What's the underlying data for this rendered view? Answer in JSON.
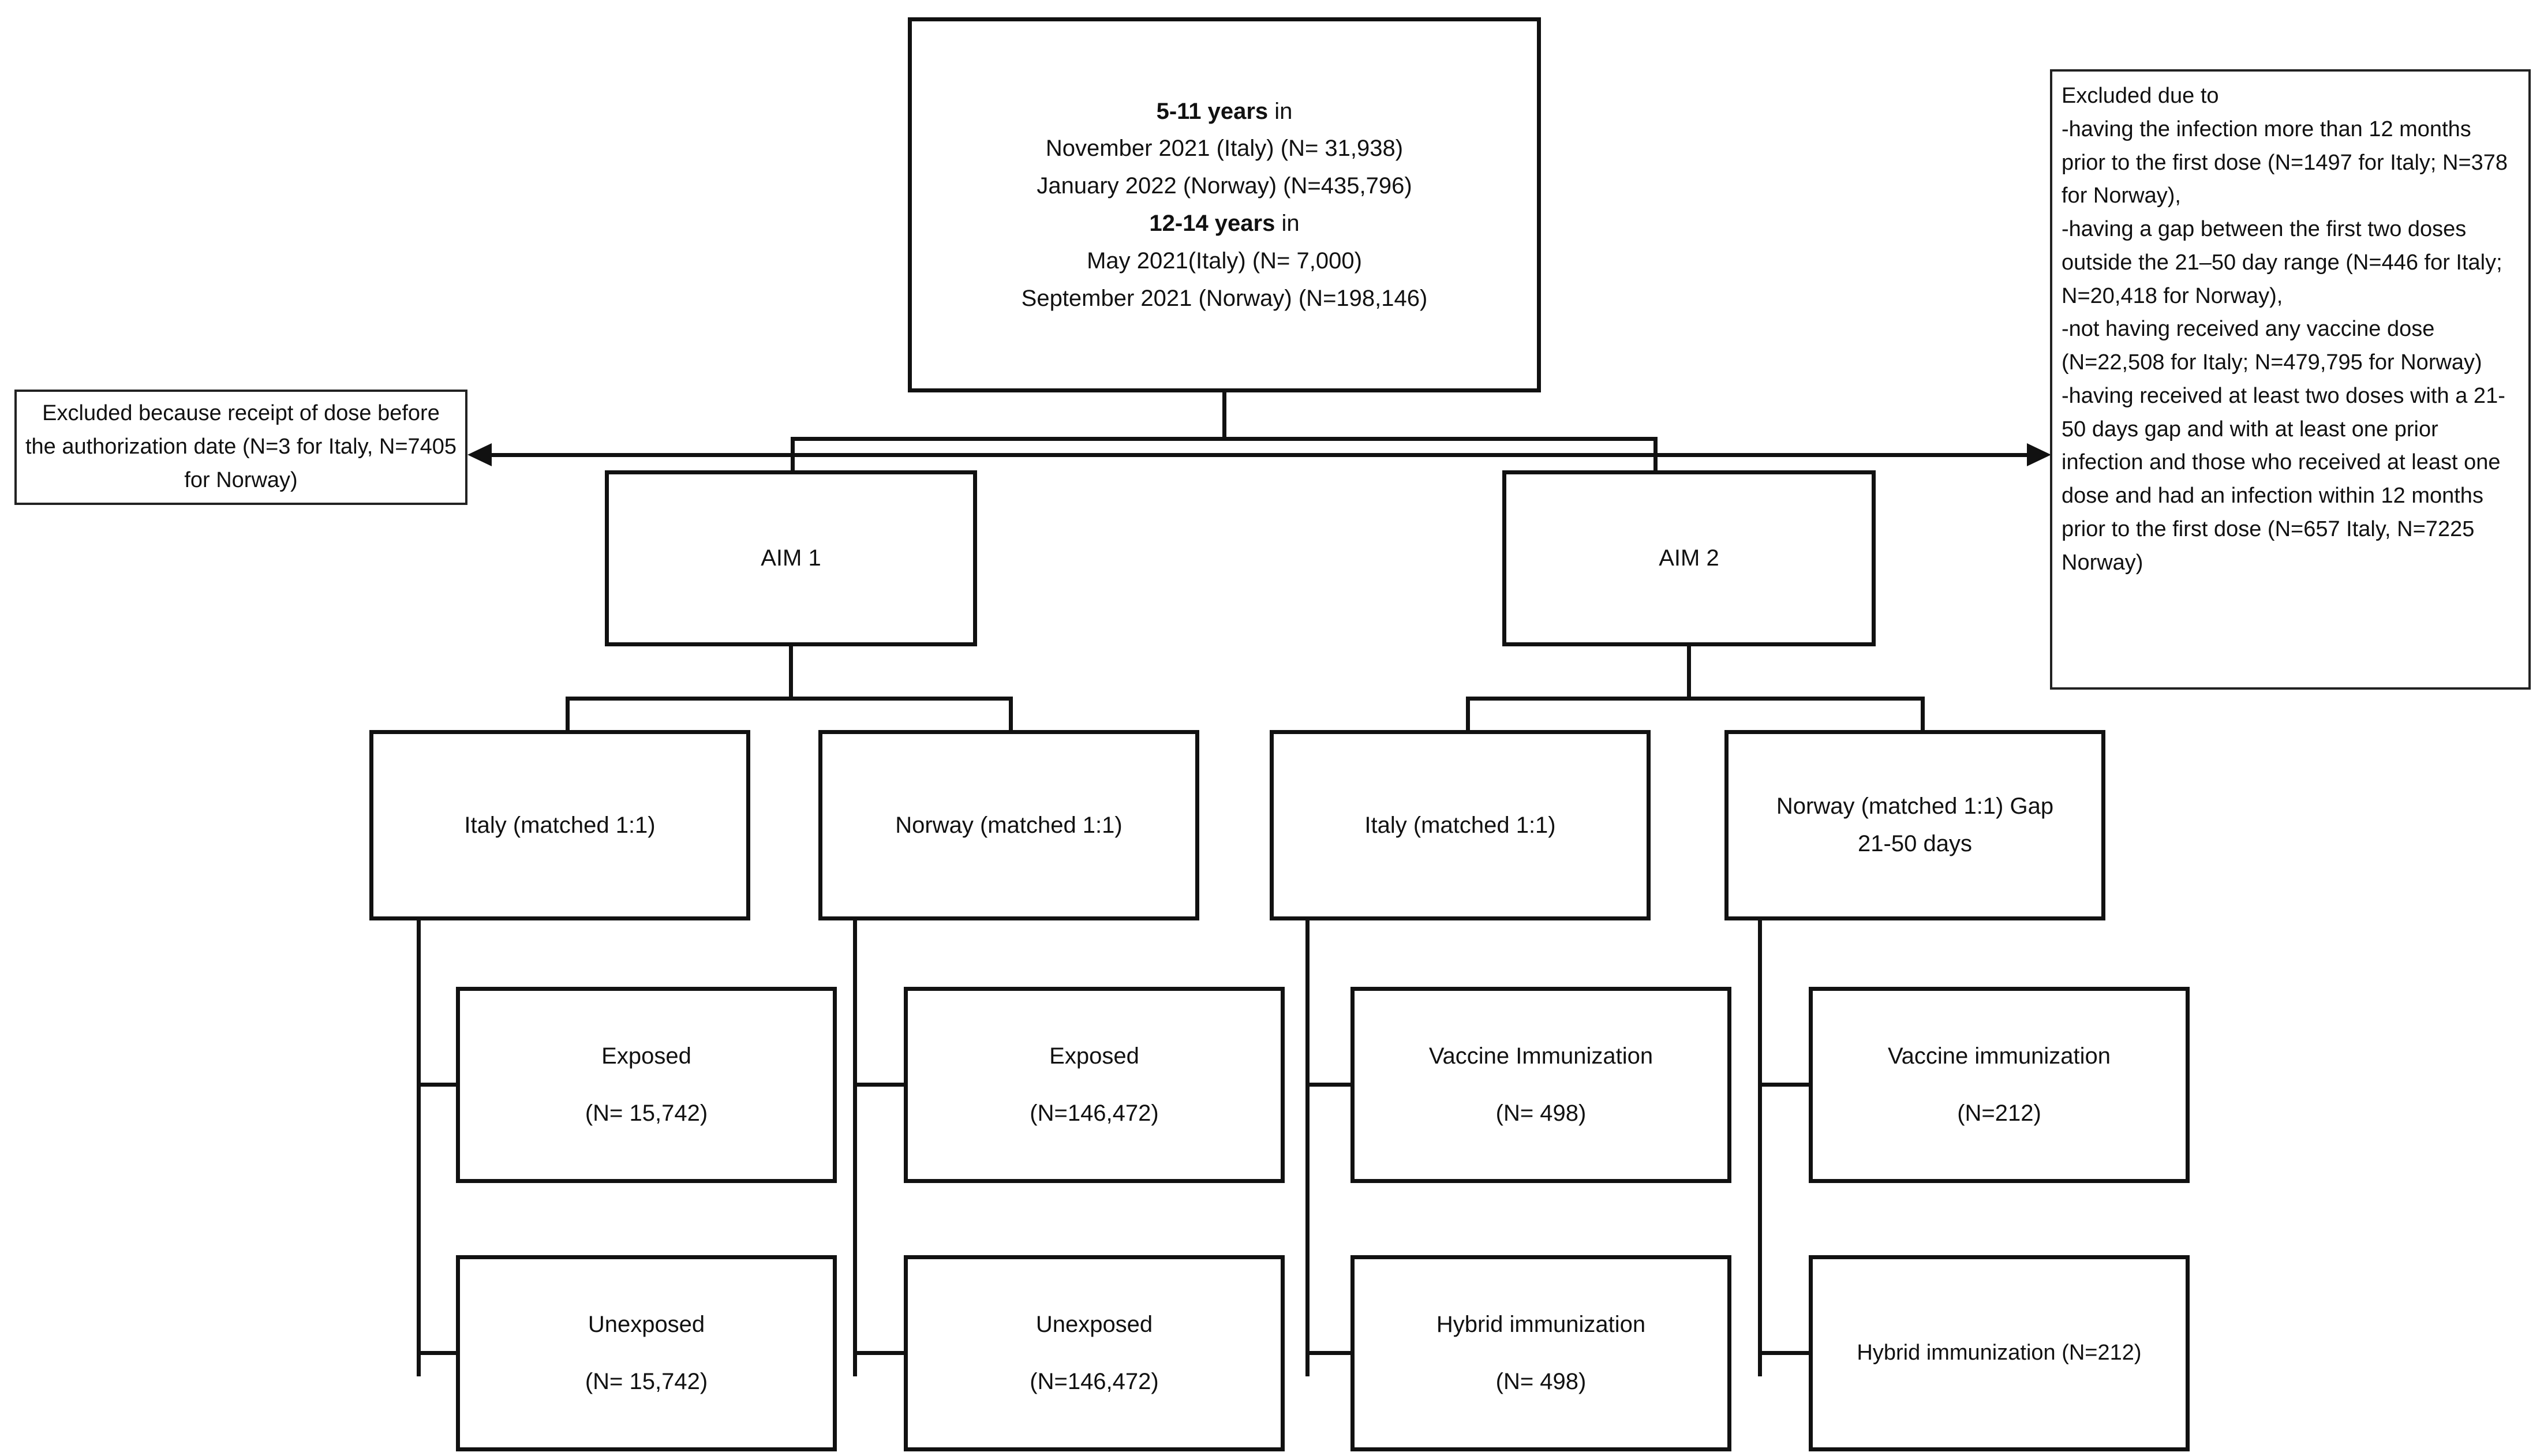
{
  "diagram": {
    "title": "Study flow diagram",
    "nodes": {
      "cohort": {
        "name": "study-population-box",
        "lines": [
          {
            "bold": "5-11 years",
            "rest": " in"
          },
          {
            "bold": "",
            "rest": "November 2021 (Italy) (N= 31,938)"
          },
          {
            "bold": "",
            "rest": "January 2022 (Norway) (N=435,796)"
          },
          {
            "bold": "12-14 years",
            "rest": " in"
          },
          {
            "bold": "",
            "rest": "May 2021(Italy) (N= 7,000)"
          },
          {
            "bold": "",
            "rest": "September 2021 (Norway) (N=198,146)"
          }
        ]
      },
      "excluded_left": {
        "name": "excluded-authorization-date-box",
        "text": "Excluded because receipt of dose before the authorization date (N=3 for Italy, N=7405 for Norway)"
      },
      "excluded_right": {
        "name": "excluded-criteria-box",
        "text": "Excluded due to\n-having the infection more than 12 months prior to the first dose (N=1497 for Italy; N=378 for Norway),\n-having a gap between the first two doses outside the 21–50 day range (N=446 for Italy; N=20,418 for Norway),\n-not having received any vaccine dose (N=22,508 for Italy; N=479,795 for Norway)\n-having received at least two doses with a 21-50 days gap and with at least one prior infection and those who received at least one dose and had an infection within 12 months prior to the first dose (N=657 Italy, N=7225 Norway)"
      },
      "aim1": {
        "label": "AIM 1"
      },
      "aim2": {
        "label": "AIM 2"
      },
      "aim1_italy": {
        "lines": [
          "Italy (matched 1:1)"
        ]
      },
      "aim1_norway": {
        "lines": [
          "Norway (matched 1:1)"
        ]
      },
      "aim2_italy": {
        "lines": [
          "Italy (matched 1:1)"
        ]
      },
      "aim2_norway": {
        "lines": [
          "Norway (matched 1:1) Gap",
          "21-50 days"
        ]
      },
      "aim1_italy_exposed": {
        "lines": [
          "Exposed",
          "(N= 15,742)"
        ]
      },
      "aim1_norway_exposed": {
        "lines": [
          "Exposed",
          "(N=146,472)"
        ]
      },
      "aim2_italy_vaccine": {
        "lines": [
          "Vaccine Immunization",
          "(N= 498)"
        ]
      },
      "aim2_norway_vaccine": {
        "lines": [
          "Vaccine immunization",
          "(N=212)"
        ]
      },
      "aim1_italy_unexposed": {
        "lines": [
          "Unexposed",
          "(N= 15,742)"
        ]
      },
      "aim1_norway_unexposed": {
        "lines": [
          "Unexposed",
          "(N=146,472)"
        ]
      },
      "aim2_italy_hybrid": {
        "lines": [
          "Hybrid immunization",
          "(N= 498)"
        ]
      },
      "aim2_norway_hybrid": {
        "lines": [
          "Hybrid immunization (N=212)"
        ]
      }
    },
    "colors": {
      "stroke": "#111111",
      "background": "#ffffff",
      "text": "#111111"
    }
  }
}
